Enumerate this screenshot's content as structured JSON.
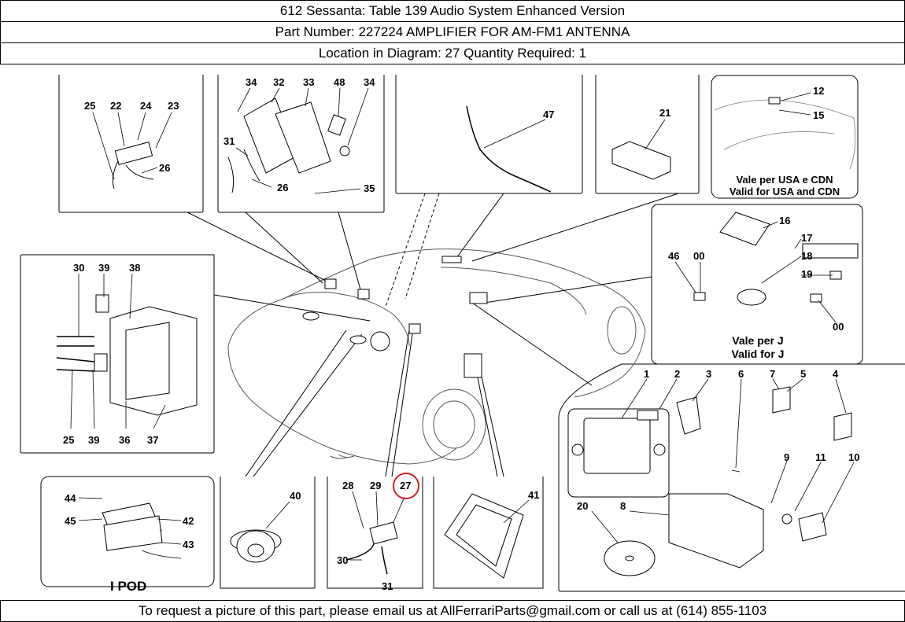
{
  "header": {
    "line1": "612 Sessanta:   Table 139 Audio System Enhanced Version",
    "line2": "Part Number: 227224   AMPLIFIER FOR AM-FM1 ANTENNA",
    "line3": "Location in Diagram: 27   Quantity Required: 1"
  },
  "footer": {
    "text": "To request a picture of this part, please email us at AllFerrariParts@gmail.com or call us at (614) 855-1103"
  },
  "diagram": {
    "highlight_color": "#d61f1f",
    "highlighted_part": "27",
    "panels": {
      "top_left": [
        "25",
        "22",
        "24",
        "23",
        "26"
      ],
      "top_mid": [
        "34",
        "32",
        "33",
        "48",
        "34",
        "31",
        "26",
        "35"
      ],
      "top_center": [
        "47"
      ],
      "top_right_a": [
        "21"
      ],
      "top_right_b": [
        "12",
        "15"
      ],
      "top_right_b_note1": "Vale per USA e CDN",
      "top_right_b_note2": "Valid for USA and CDN",
      "mid_left": [
        "30",
        "39",
        "38",
        "25",
        "39",
        "36",
        "37"
      ],
      "mid_right": [
        "16",
        "17",
        "46",
        "00",
        "18",
        "19",
        "00"
      ],
      "mid_right_note1": "Vale per J",
      "mid_right_note2": "Valid for J",
      "bottom_right": [
        "1",
        "2",
        "3",
        "6",
        "7",
        "5",
        "4",
        "9",
        "11",
        "10",
        "20",
        "8"
      ],
      "bottom_left": [
        "44",
        "42",
        "45",
        "43"
      ],
      "bottom_left_note": "I POD",
      "bottom_b": [
        "40"
      ],
      "bottom_c": [
        "28",
        "29",
        "27",
        "30",
        "31"
      ],
      "bottom_d": [
        "41"
      ]
    }
  }
}
